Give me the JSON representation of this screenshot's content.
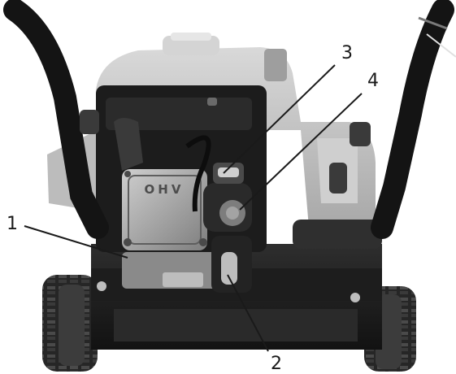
{
  "photo": {
    "subject": "snow-blower-engine",
    "callouts": [
      {
        "label": "1"
      },
      {
        "label": "2"
      },
      {
        "label": "3"
      },
      {
        "label": "4"
      }
    ],
    "engine_cover_lettering": "OHV"
  }
}
